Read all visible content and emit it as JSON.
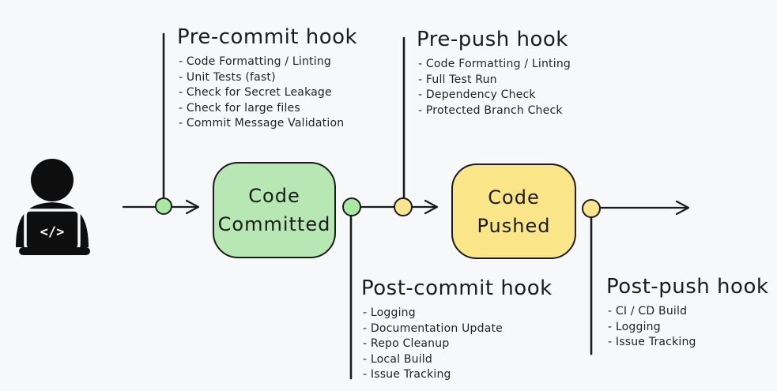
{
  "background": "#f7f8fa",
  "bullet": "-",
  "colors": {
    "node_committed_fill": "#b7e7b2",
    "node_pushed_fill": "#fae588",
    "dot_green_fill": "#a8e8a0",
    "dot_yellow_fill": "#f9e58d",
    "stroke": "#1b1b1b",
    "icon_fill": "#0e0e0e"
  },
  "developer": {
    "icon": "developer-at-laptop-icon",
    "laptop_glyph": "</>"
  },
  "nodes": {
    "committed": {
      "line1": "Code",
      "line2": "Committed"
    },
    "pushed": {
      "line1": "Code",
      "line2": "Pushed"
    }
  },
  "hooks": [
    {
      "title": "Pre-commit hook",
      "items": [
        "Code Formatting / Linting",
        "Unit Tests (fast)",
        "Check for Secret Leakage",
        "Check for large files",
        "Commit Message Validation"
      ]
    },
    {
      "title": "Pre-push hook",
      "items": [
        "Code Formatting / Linting",
        "Full Test Run",
        "Dependency Check",
        "Protected Branch Check"
      ]
    },
    {
      "title": "Post-commit hook",
      "items": [
        "Logging",
        "Documentation Update",
        "Repo Cleanup",
        "Local Build",
        "Issue Tracking"
      ]
    },
    {
      "title": "Post-push hook",
      "items": [
        "CI / CD Build",
        "Logging",
        "Issue Tracking"
      ]
    }
  ]
}
